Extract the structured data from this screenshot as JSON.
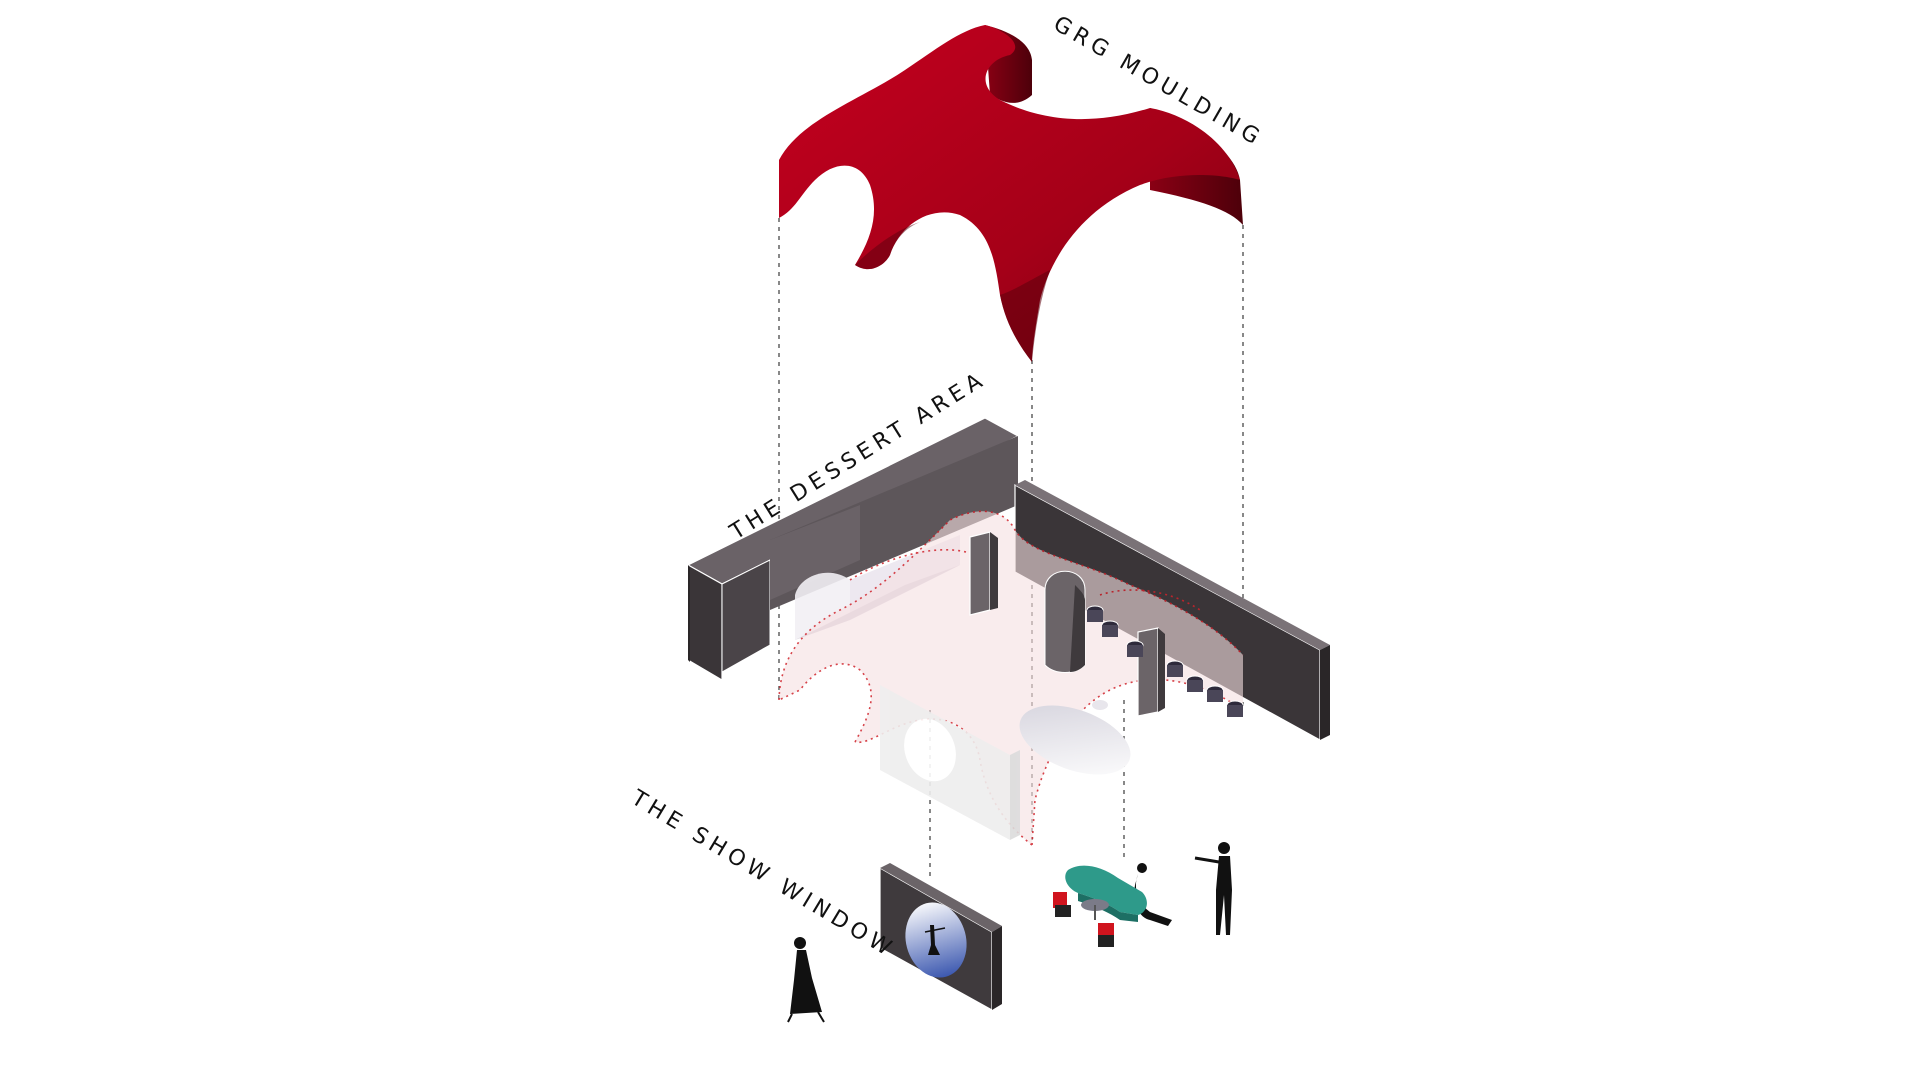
{
  "labels": {
    "moulding": "GRG MOULDING",
    "dessert": "THE DESSERT AREA",
    "show_window": "THE SHOW WINDOW"
  },
  "colors": {
    "moulding_red": "#b3001b",
    "moulding_dark": "#6e0010",
    "wall_top": "#5f575c",
    "wall_dark": "#3a3538",
    "wall_mid": "#4a4448",
    "ghost_pink": "#f4d6d8",
    "teal_sofa": "#2e9a8a",
    "chair_red": "#d0141e",
    "silhouette": "#111111"
  }
}
